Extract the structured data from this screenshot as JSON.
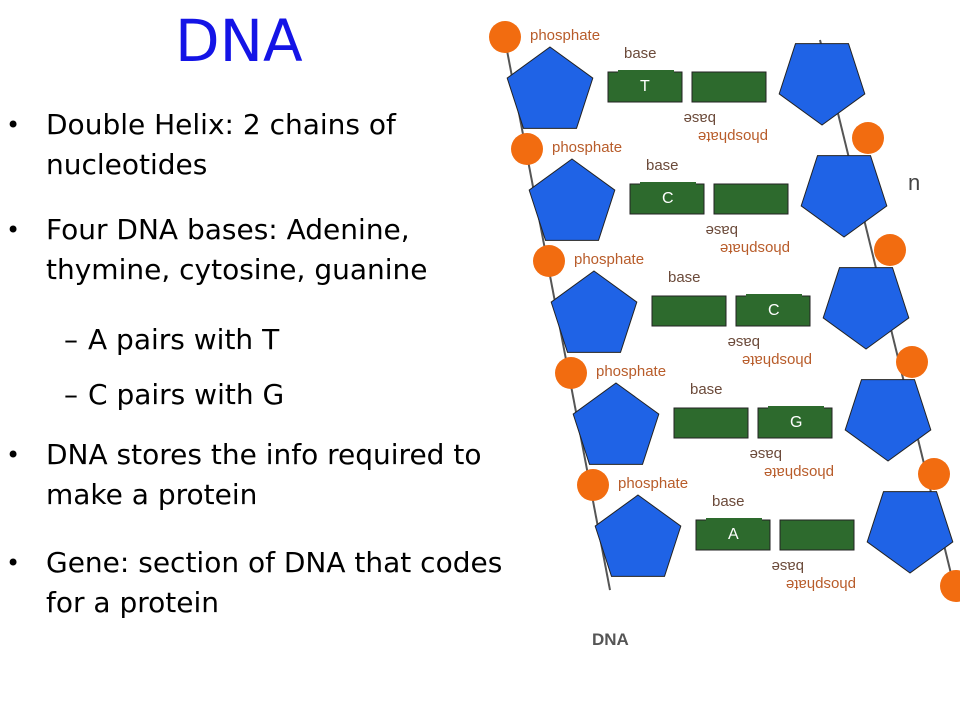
{
  "title": "DNA",
  "bullets": [
    "Double Helix: 2 chains of nucleotides",
    "Four DNA bases: Adenine, thymine, cytosine, guanine",
    "DNA stores the info required to make a protein",
    "Gene: section of DNA that codes for a protein"
  ],
  "sub_bullets": [
    "A pairs with T",
    "C pairs with G"
  ],
  "diagram": {
    "phosphate_label": "phosphate",
    "base_label": "base",
    "right_phosphate_label": "phosphate",
    "right_base_label": "base",
    "base_letters": [
      "T",
      "C",
      "C",
      "G",
      "A"
    ],
    "caption": "DNA",
    "stray_letter": "n",
    "colors": {
      "pentagon": "#1f63e6",
      "phosphate_circle": "#f26c10",
      "base_box": "#2d6a2d",
      "backbone": "#555555"
    }
  }
}
